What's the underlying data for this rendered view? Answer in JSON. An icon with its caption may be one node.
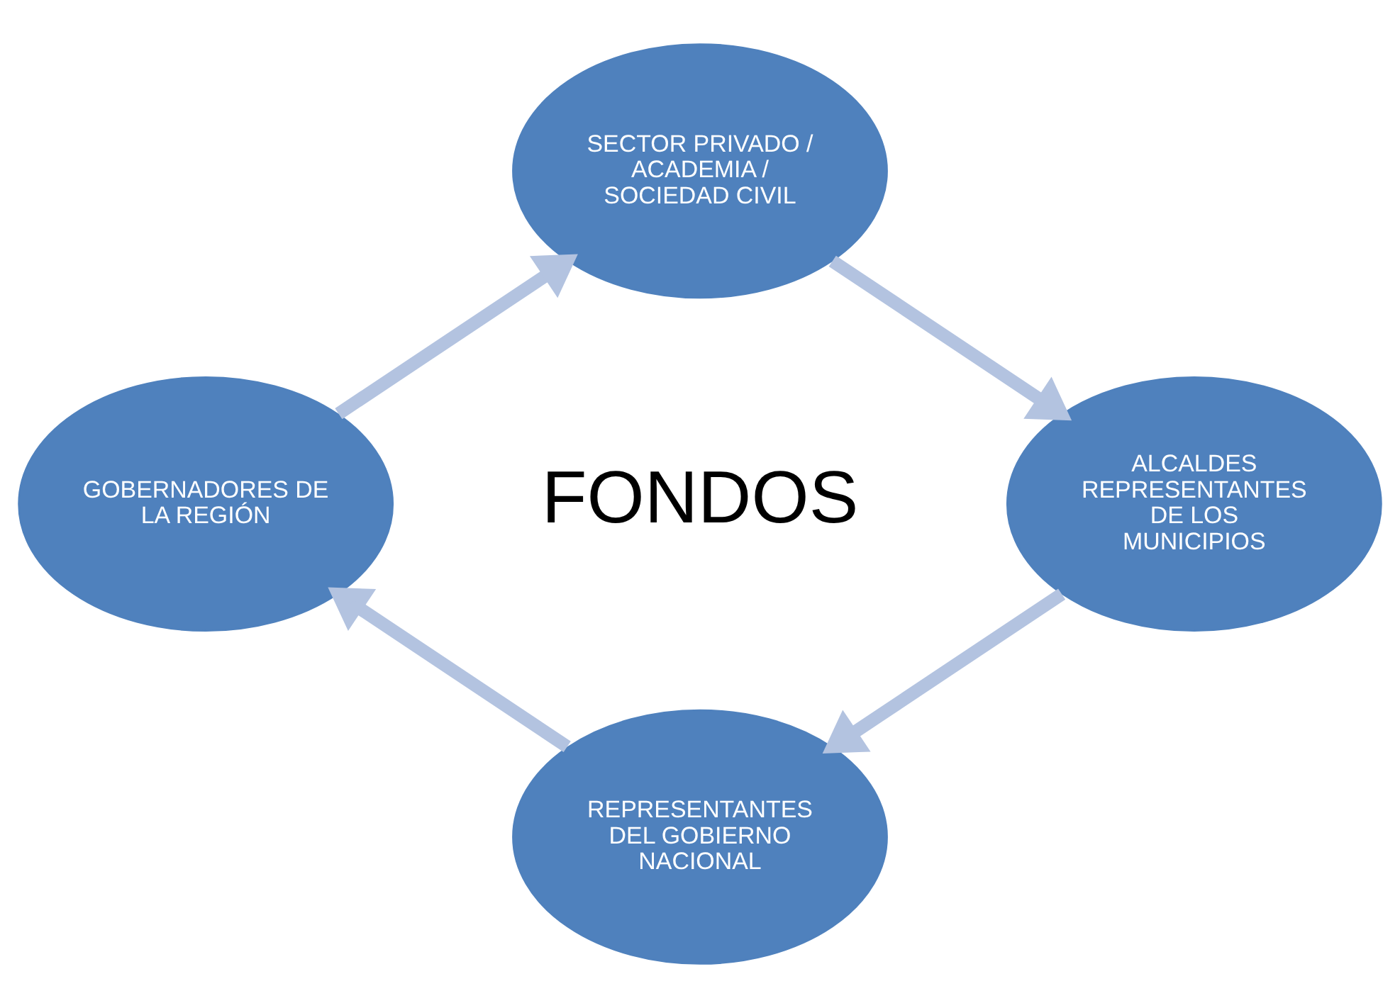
{
  "diagram": {
    "nodes": [
      {
        "text": [
          "SECTOR PRIVADO / ACADEMIA / SOCIEDAD CIVIL"
        ]
      },
      {
        "text": [
          "GOBERNADORES DE LA REGIÓN"
        ]
      },
      {
        "text": [
          "ALCALDES REPRESENTANTES DE LOS MUNICIPIOS"
        ]
      },
      {
        "text": [
          "REPRESENTANTES DEL GOBIERNO NACIONAL"
        ]
      }
    ],
    "edges": [
      {
        "from": 0,
        "to": 2,
        "arrow": "to"
      },
      {
        "from": 2,
        "to": 3,
        "arrow": "to"
      },
      {
        "from": 3,
        "to": 1,
        "arrow": "to"
      },
      {
        "from": 1,
        "to": 0,
        "arrow": "to"
      }
    ],
    "labels": [
      "FONDOS"
    ]
  }
}
